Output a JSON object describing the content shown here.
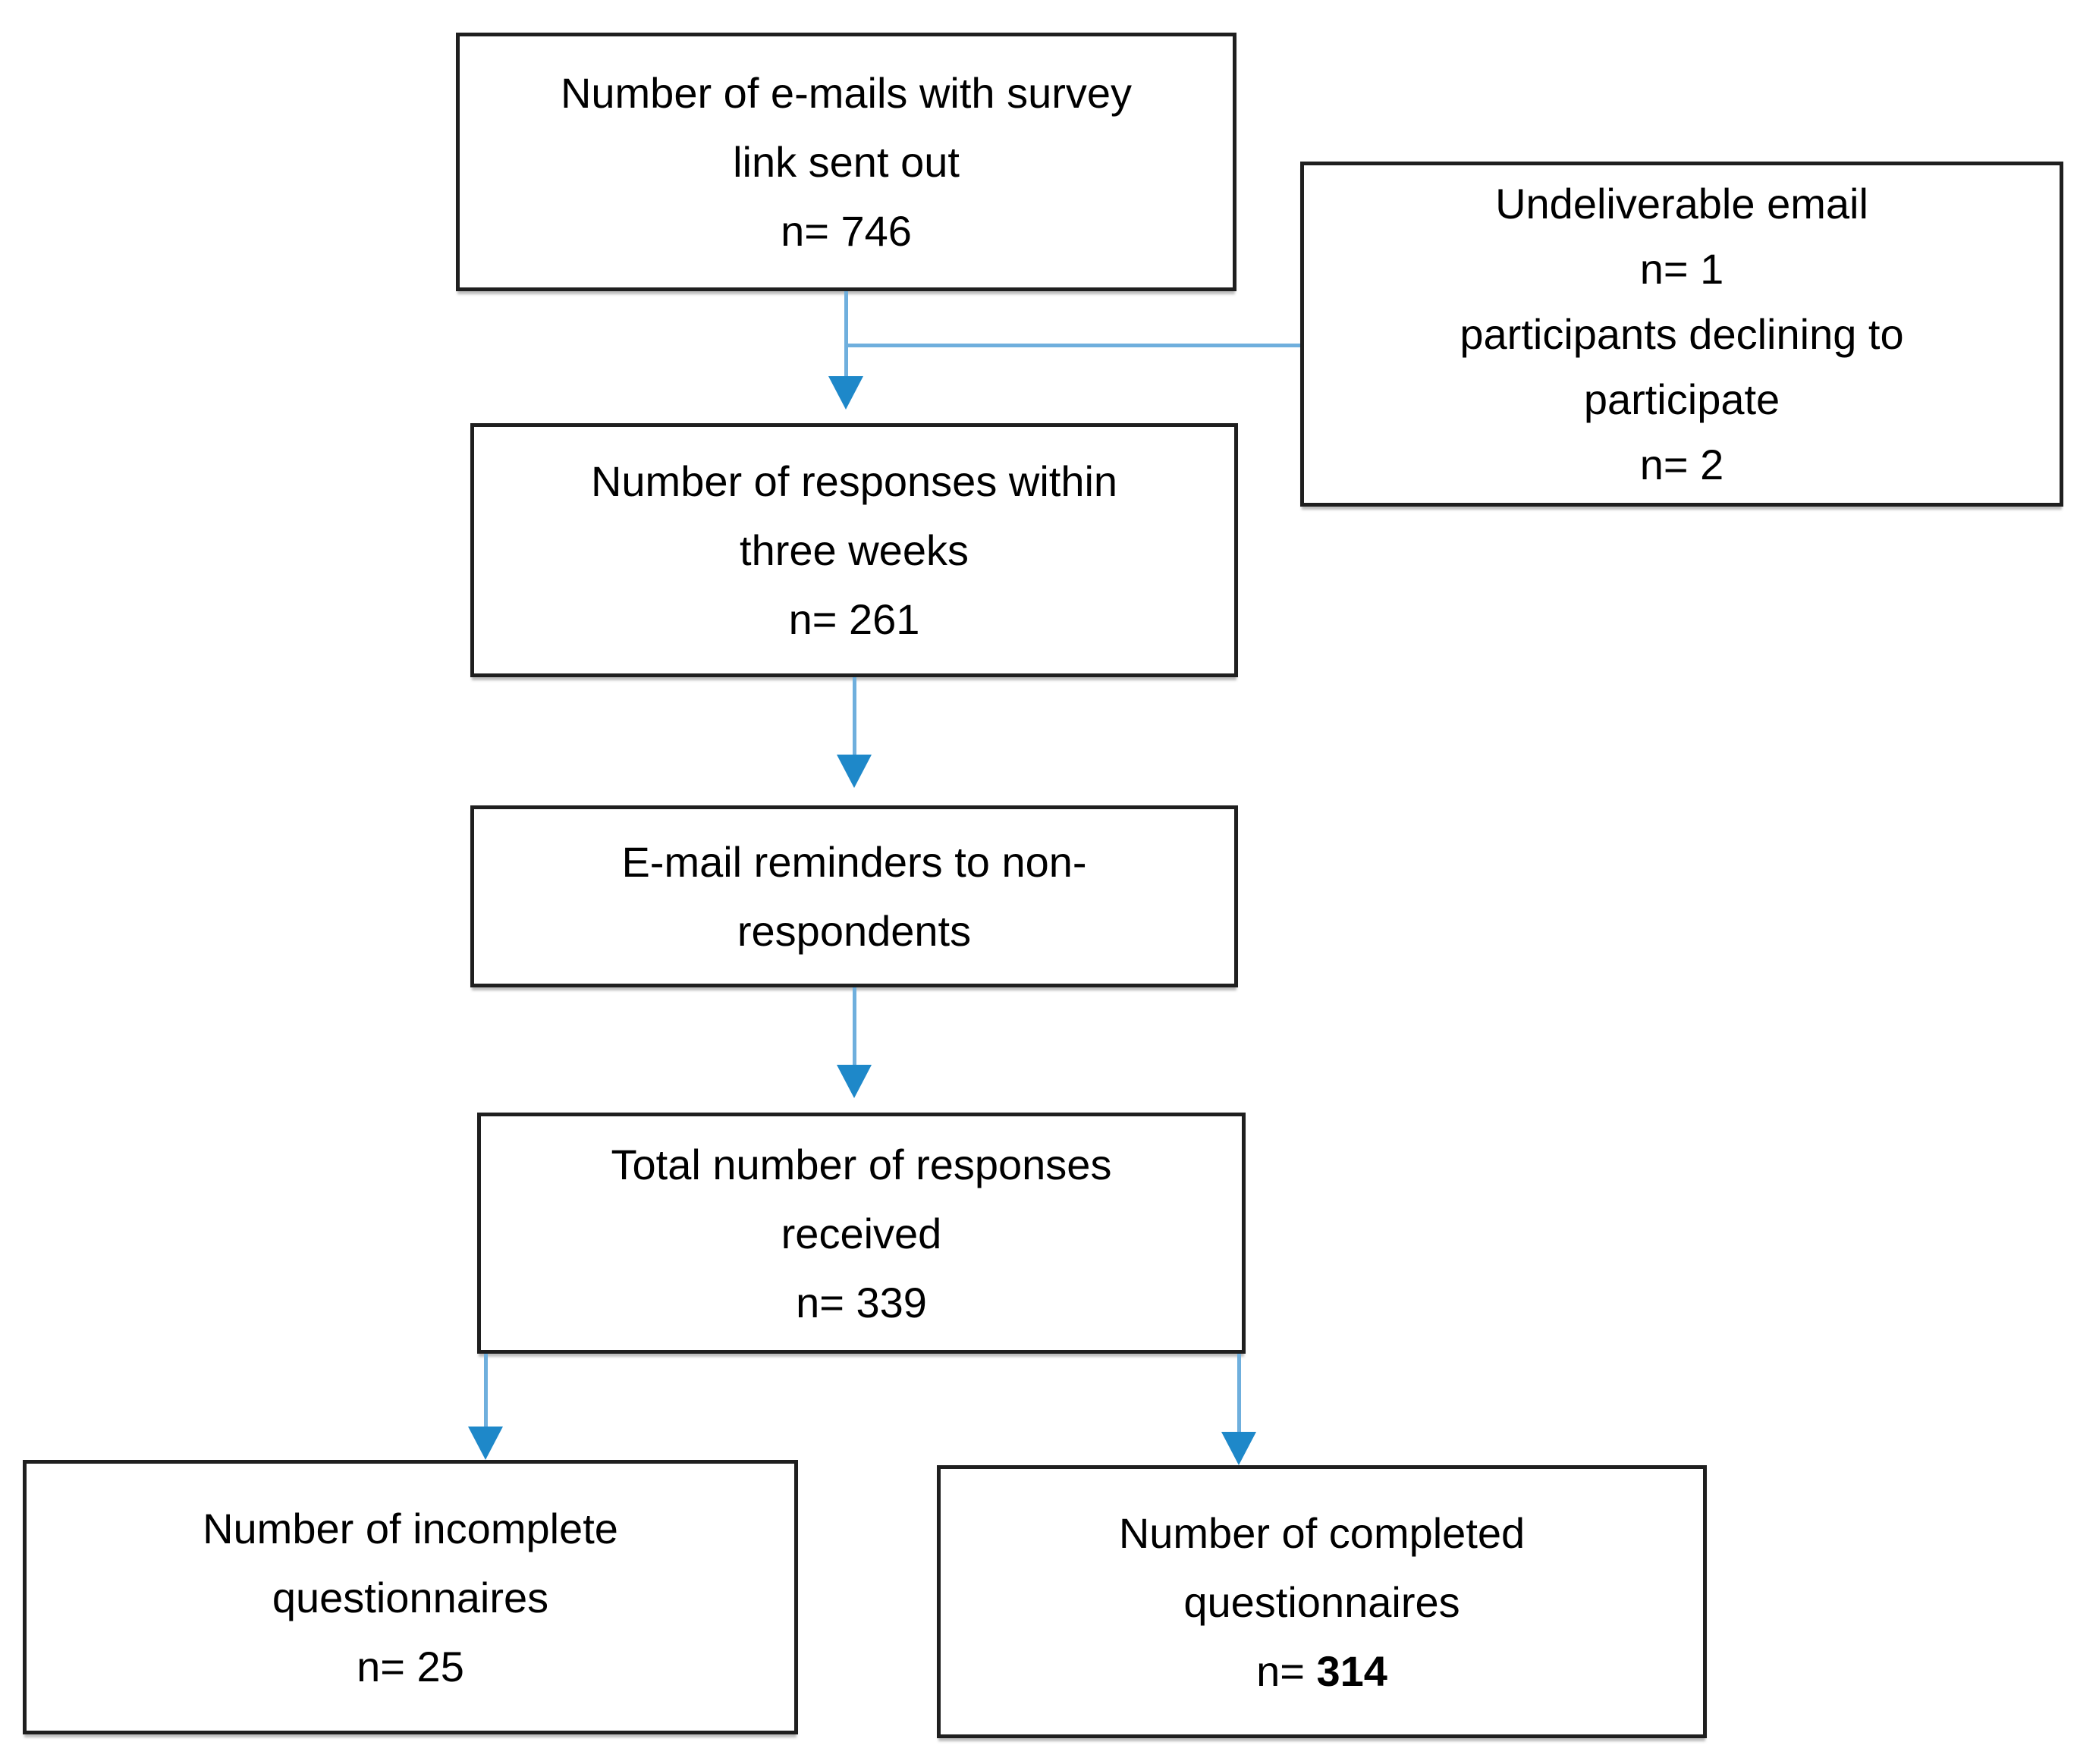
{
  "diagram": {
    "boxes": {
      "emails_sent": {
        "lines": [
          "Number of e-mails with survey",
          "link sent out",
          "n= 746"
        ]
      },
      "undeliverable": {
        "lines": [
          "Undeliverable email",
          "n= 1",
          "participants declining to",
          "participate",
          "n= 2"
        ]
      },
      "responses_three_weeks": {
        "lines": [
          "Number of responses within",
          "three weeks",
          "n= 261"
        ]
      },
      "email_reminders": {
        "lines": [
          "E-mail reminders to non-",
          "respondents"
        ]
      },
      "total_responses": {
        "lines": [
          "Total number of responses",
          "received",
          "n= 339"
        ]
      },
      "incomplete_questionnaires": {
        "lines": [
          "Number of incomplete",
          "questionnaires",
          "n= 25"
        ]
      },
      "completed_questionnaires": {
        "lines": [
          "Number of completed",
          "questionnaires"
        ],
        "n_line": {
          "prefix": "n= ",
          "value": "314"
        }
      }
    },
    "colors": {
      "arrow_line": "#6fafdd",
      "arrow_head": "#1e88c9",
      "box_border": "#1f1f1f",
      "text": "#000000",
      "background": "#ffffff"
    }
  }
}
